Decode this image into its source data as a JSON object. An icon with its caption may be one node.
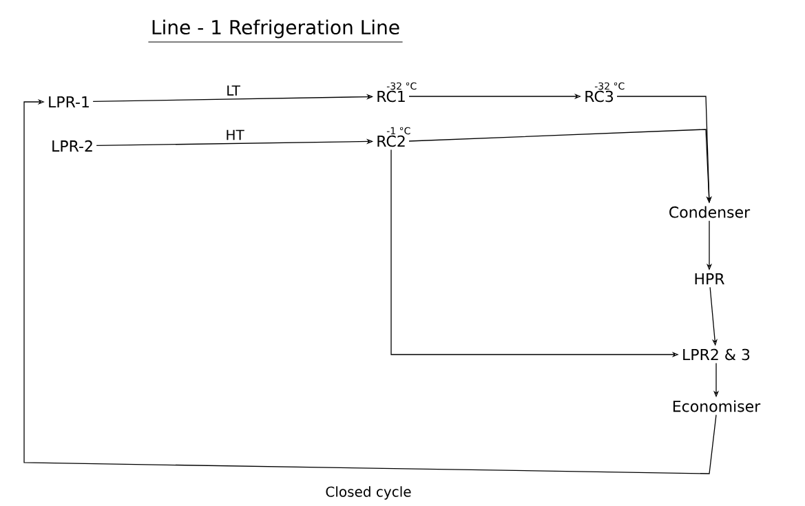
{
  "diagram": {
    "title": "Line - 1 Refrigeration Line",
    "caption": "Closed cycle",
    "nodes": [
      {
        "text": [
          "LPR-1"
        ]
      },
      {
        "text": [
          "LPR-2"
        ]
      },
      {
        "text": [
          "RC1"
        ],
        "beside": [
          "-32 °C"
        ]
      },
      {
        "text": [
          "RC3"
        ],
        "beside": [
          "-32 °C"
        ]
      },
      {
        "text": [
          "RC2"
        ],
        "beside": [
          "-1 °C"
        ]
      },
      {
        "text": [
          "Condenser"
        ]
      },
      {
        "text": [
          "HPR"
        ]
      },
      {
        "text": [
          "LPR2 & 3"
        ]
      },
      {
        "text": [
          "Economiser"
        ]
      }
    ],
    "edges": [
      {
        "from": 0,
        "to": 2,
        "arrow": "to",
        "label": "LT"
      },
      {
        "from": 2,
        "to": 3,
        "arrow": "to"
      },
      {
        "from": 3,
        "to": 5,
        "arrow": "to"
      },
      {
        "from": 1,
        "to": 4,
        "arrow": "to",
        "label": "HT"
      },
      {
        "from": 4,
        "to": 5,
        "arrow": "to"
      },
      {
        "from": 4,
        "to": 7,
        "arrow": "to"
      },
      {
        "from": 5,
        "to": 6,
        "arrow": "to"
      },
      {
        "from": 6,
        "to": 7,
        "arrow": "to"
      },
      {
        "from": 7,
        "to": 8,
        "arrow": "to"
      },
      {
        "from": 8,
        "to": 0,
        "arrow": "to"
      }
    ]
  }
}
